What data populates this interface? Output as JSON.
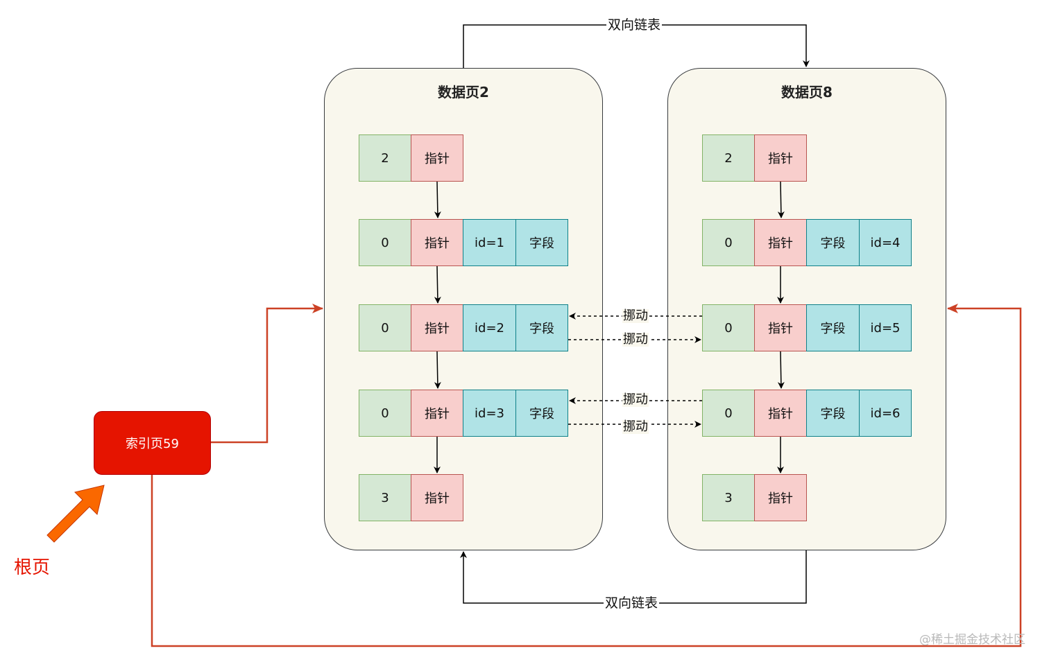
{
  "pages": [
    {
      "title": "数据页2",
      "rows": [
        [
          "2",
          "指针"
        ],
        [
          "0",
          "指针",
          "id=1",
          "字段"
        ],
        [
          "0",
          "指针",
          "id=2",
          "字段"
        ],
        [
          "0",
          "指针",
          "id=3",
          "字段"
        ],
        [
          "3",
          "指针"
        ]
      ]
    },
    {
      "title": "数据页8",
      "rows": [
        [
          "2",
          "指针"
        ],
        [
          "0",
          "指针",
          "字段",
          "id=4"
        ],
        [
          "0",
          "指针",
          "字段",
          "id=5"
        ],
        [
          "0",
          "指针",
          "字段",
          "id=6"
        ],
        [
          "3",
          "指针"
        ]
      ]
    }
  ],
  "links": {
    "top": "双向链表",
    "bottom": "双向链表"
  },
  "moves": [
    "挪动",
    "挪动",
    "挪动",
    "挪动"
  ],
  "root": {
    "box": "索引页59",
    "label": "根页"
  },
  "watermark": "@稀土掘金技术社区",
  "colors": {
    "page_bg": "#f9f7ed",
    "green": "#d5e8d4",
    "red": "#f8cecc",
    "cyan": "#b0e3e6",
    "root_red": "#e51400",
    "root_line": "#cc4125",
    "arrow_orange": "#fa6800"
  }
}
